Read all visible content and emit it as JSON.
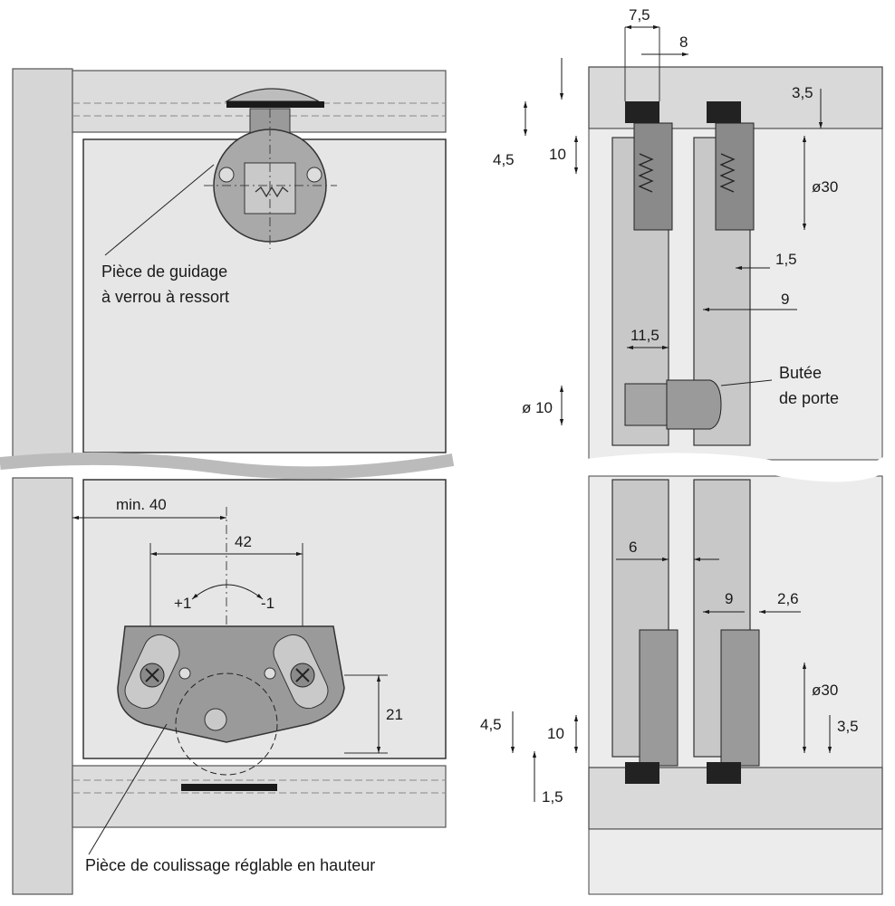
{
  "labels": {
    "guide_line1": "Pièce de guidage",
    "guide_line2": "à verrou à ressort",
    "slide_label": "Pièce de coulissage réglable en hauteur",
    "stop_line1": "Butée",
    "stop_line2": "de porte"
  },
  "dims": {
    "d7_5": "7,5",
    "d8": "8",
    "d3_5_top": "3,5",
    "d4_5_top": "4,5",
    "d10_top": "10",
    "d30_top": "ø30",
    "d1_5_top": "1,5",
    "d9_top": "9",
    "d11_5": "11,5",
    "d10_stop": "ø 10",
    "min40": "min. 40",
    "d42": "42",
    "plus1": "+1",
    "minus1": "-1",
    "d21": "21",
    "d6": "6",
    "d9_bot": "9",
    "d2_6": "2,6",
    "d30_bot": "ø30",
    "d4_5_bot": "4,5",
    "d10_bot": "10",
    "d3_5_bot": "3,5",
    "d1_5_bot": "1,5"
  },
  "colors": {
    "panel": "#e2e2e2",
    "profile": "#cfcfcf",
    "door": "#c4c4c4",
    "part": "#8a8a8a",
    "dark": "#202020",
    "line": "#1a1a1a"
  }
}
